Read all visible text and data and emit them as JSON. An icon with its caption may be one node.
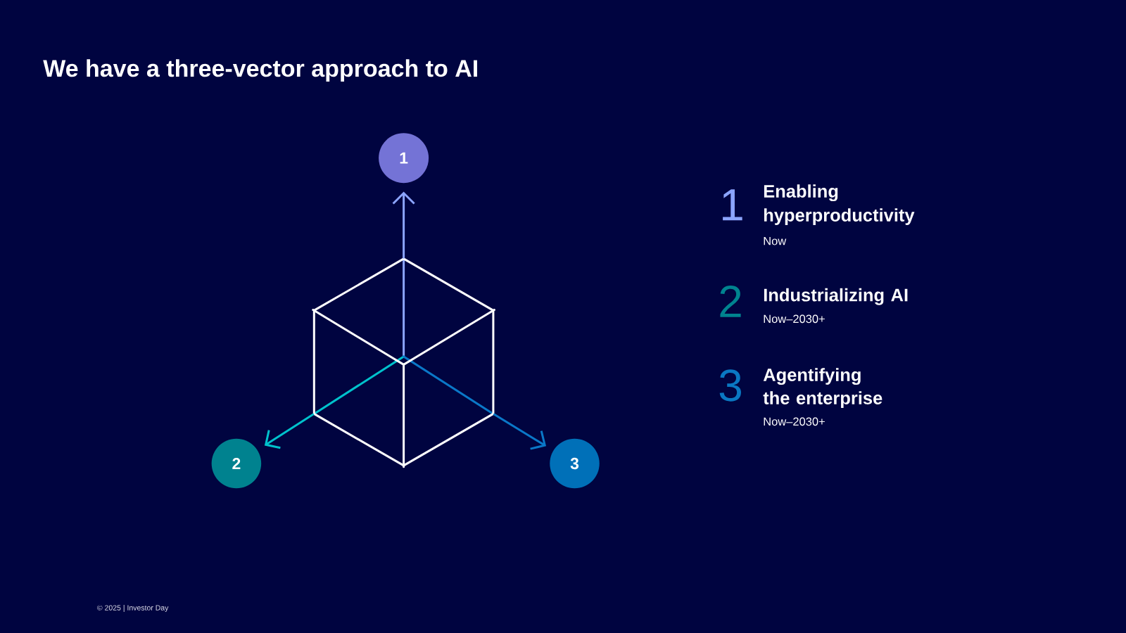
{
  "diagram": {
    "title": "We have a three-vector approach to AI",
    "nodes": [
      {
        "text": [
          "1"
        ]
      },
      {
        "text": [],
        "shape": "cube"
      },
      {
        "text": [
          "2"
        ]
      },
      {
        "text": [
          "3"
        ]
      }
    ],
    "edges": [
      {
        "from": 1,
        "to": 0,
        "arrow": "to",
        "color": "#8ca5ff"
      },
      {
        "from": 1,
        "to": 2,
        "arrow": "to",
        "color": "#00c2cc"
      },
      {
        "from": 1,
        "to": 3,
        "arrow": "to",
        "color": "#0a78c8"
      }
    ],
    "labels": [
      "1",
      "Enabling hyperproductivity",
      "Now",
      "2",
      "Industrializing AI",
      "Now–2030+",
      "3",
      "Agentifying the enterprise",
      "Now–2030+",
      "© 2025 | Investor Day"
    ]
  }
}
